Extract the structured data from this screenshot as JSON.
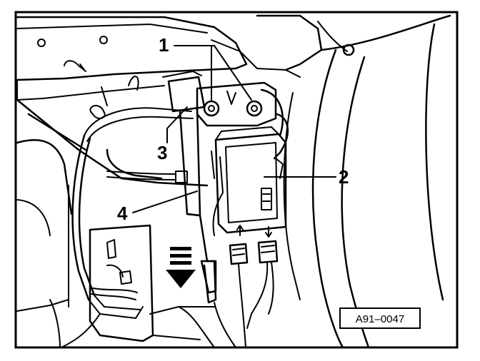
{
  "figure": {
    "callouts": [
      "1",
      "2",
      "3",
      "4"
    ],
    "reference_code": "A91–0047"
  },
  "icons": [
    "down-arrow-icon"
  ]
}
